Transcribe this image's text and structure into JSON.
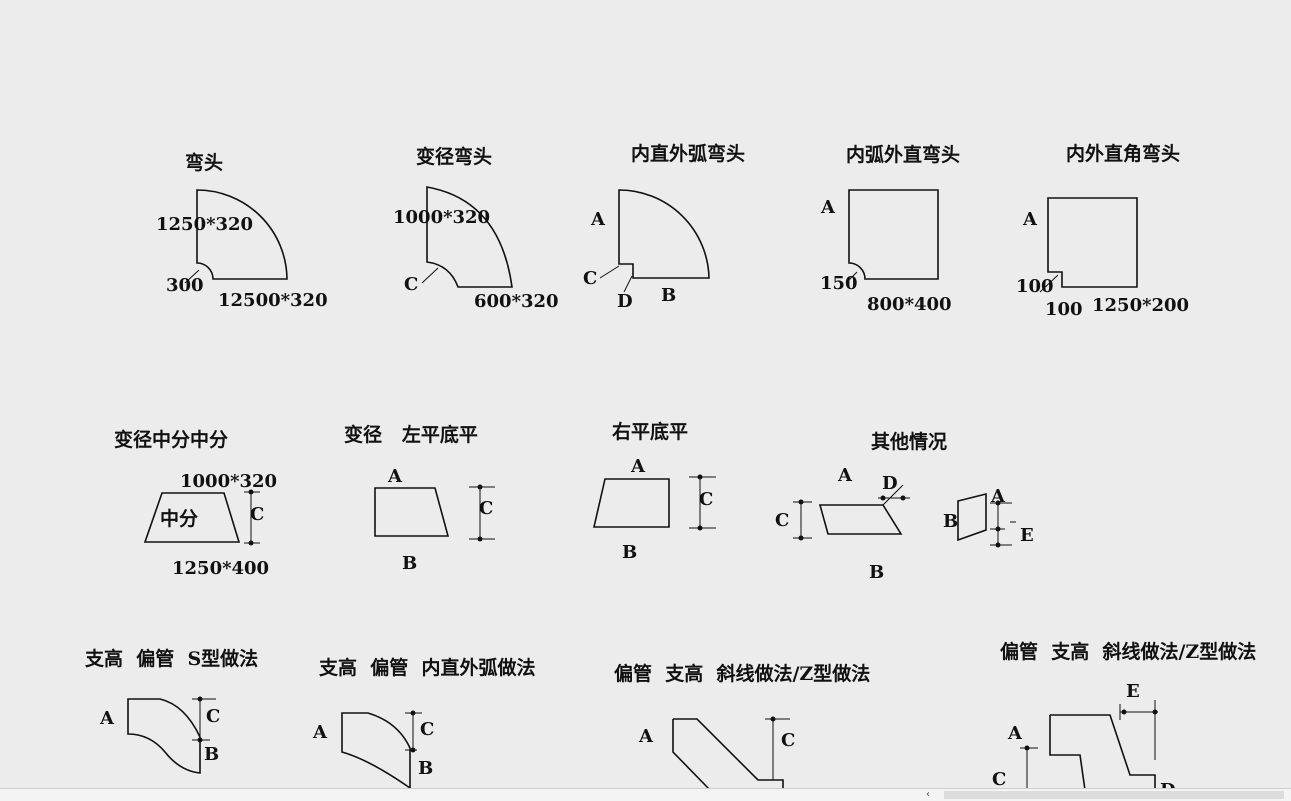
{
  "row1": {
    "elbow": {
      "title": "弯头",
      "size_top": "1250*320",
      "inner": "300",
      "size_bottom": "12500*320"
    },
    "reducing_elbow": {
      "title": "变径弯头",
      "size_top": "1000*320",
      "c": "C",
      "size_bottom": "600*320"
    },
    "inner_straight_outer_arc": {
      "title": "内直外弧弯头",
      "a": "A",
      "c": "C",
      "d": "D",
      "b": "B"
    },
    "inner_arc_outer_straight": {
      "title": "内弧外直弯头",
      "a": "A",
      "inner": "150",
      "size": "800*400"
    },
    "right_angle": {
      "title": "内外直角弯头",
      "a": "A",
      "inner1": "100",
      "inner2": "100",
      "size": "1250*200"
    }
  },
  "row2": {
    "reducer_center": {
      "title": "变径中分中分",
      "size_top": "1000*320",
      "center_label": "中分",
      "c": "C",
      "size_bottom": "1250*400"
    },
    "reducer_left": {
      "title": "变径   左平底平",
      "a": "A",
      "b": "B",
      "c": "C"
    },
    "reducer_right": {
      "title": "右平底平",
      "a": "A",
      "b": "B",
      "c": "C"
    },
    "other": {
      "title": "其他情况",
      "a": "A",
      "d": "D",
      "c": "C",
      "b": "B",
      "b2": "B",
      "a2": "A",
      "e": "E"
    }
  },
  "row3": {
    "s_type": {
      "title": "支高  偏管  S型做法",
      "a": "A",
      "c": "C",
      "b": "B"
    },
    "inner_straight": {
      "title": "支高  偏管  内直外弧做法",
      "a": "A",
      "c": "C",
      "b": "B"
    },
    "diagonal": {
      "title": "偏管  支高  斜线做法/Z型做法",
      "a": "A",
      "c": "C"
    },
    "z_type": {
      "title": "偏管  支高  斜线做法/Z型做法",
      "e": "E",
      "a": "A",
      "c": "C",
      "d": "D"
    }
  },
  "scrollbar": {
    "arrow": "‹"
  }
}
